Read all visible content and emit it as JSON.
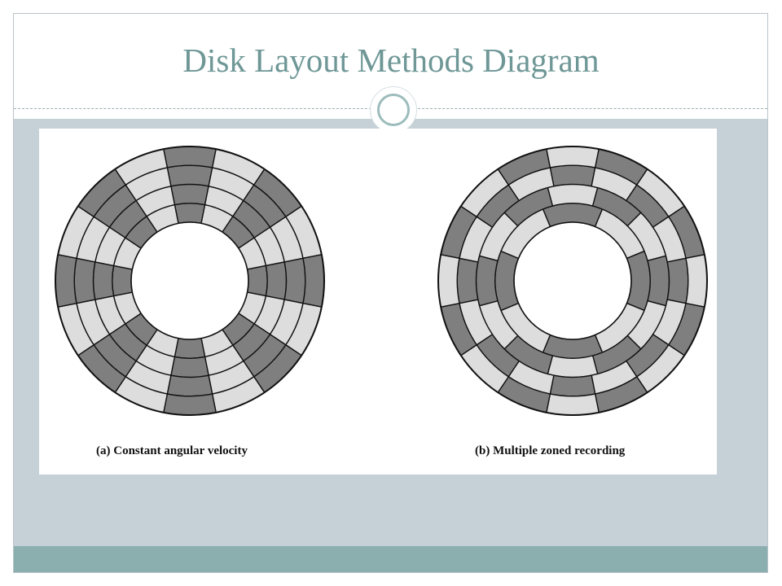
{
  "slide": {
    "title": "Disk Layout Methods Diagram"
  },
  "colors": {
    "title": "#6e9796",
    "body_band": "#c6d1d7",
    "footer_band": "#8bafaf",
    "sector_dark": "#7f7f7f",
    "sector_light": "#dddddd",
    "outline": "#111111"
  },
  "figures": [
    {
      "id": "cav",
      "caption": "(a) Constant angular velocity",
      "tracks": 4,
      "sectors_per_track": [
        16,
        16,
        16,
        16
      ],
      "pattern": "wedge"
    },
    {
      "id": "mzr",
      "caption": "(b) Multiple zoned recording",
      "tracks": 4,
      "sectors_per_track": [
        8,
        12,
        16,
        16
      ],
      "pattern": "alternate"
    }
  ]
}
